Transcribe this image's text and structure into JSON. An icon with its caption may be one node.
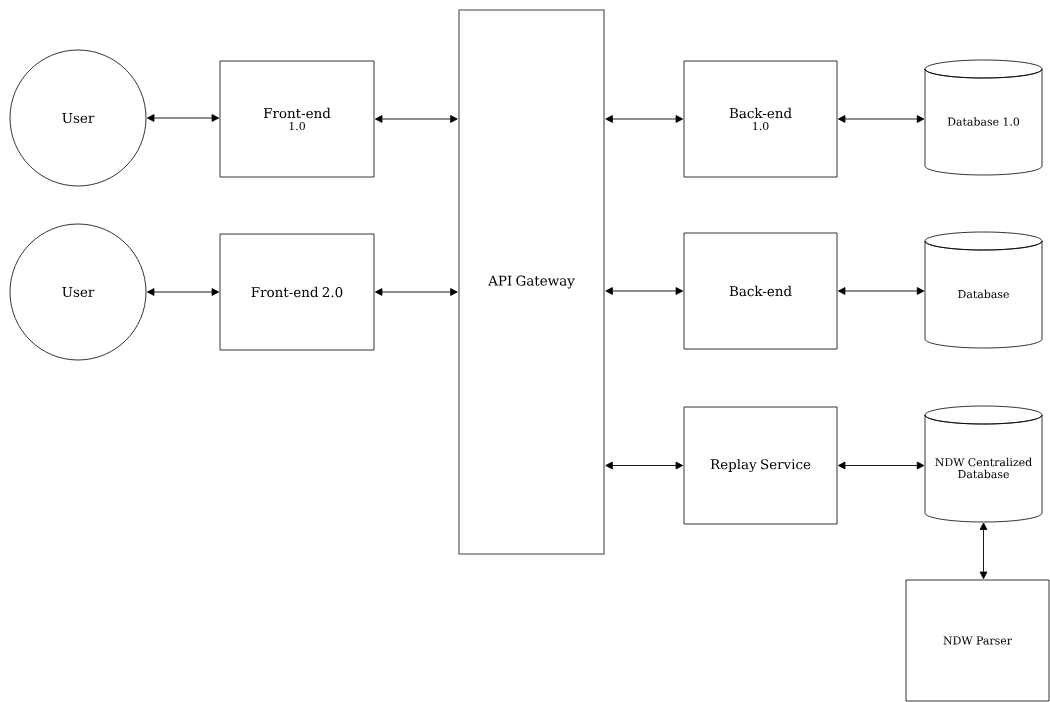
{
  "diagram": {
    "nodes": [
      {
        "text": [
          "User"
        ]
      },
      {
        "text": [
          "Front-end",
          "1.0"
        ]
      },
      {
        "text": [
          "API Gateway"
        ]
      },
      {
        "text": [
          "Back-end",
          "1.0"
        ]
      },
      {
        "text": [
          "Database 1.0"
        ]
      },
      {
        "text": [
          "User"
        ]
      },
      {
        "text": [
          "Front-end 2.0"
        ]
      },
      {
        "text": [
          "Back-end"
        ]
      },
      {
        "text": [
          "Database"
        ]
      },
      {
        "text": [
          "Replay Service"
        ]
      },
      {
        "text": [
          "NDW Centralized Database"
        ]
      },
      {
        "text": [
          "NDW Parser"
        ]
      }
    ],
    "edges": [
      {
        "from": 0,
        "to": 1,
        "arrow": "both"
      },
      {
        "from": 1,
        "to": 2,
        "arrow": "both"
      },
      {
        "from": 2,
        "to": 3,
        "arrow": "both"
      },
      {
        "from": 3,
        "to": 4,
        "arrow": "both"
      },
      {
        "from": 5,
        "to": 6,
        "arrow": "both"
      },
      {
        "from": 6,
        "to": 2,
        "arrow": "both"
      },
      {
        "from": 2,
        "to": 7,
        "arrow": "both"
      },
      {
        "from": 7,
        "to": 8,
        "arrow": "both"
      },
      {
        "from": 2,
        "to": 9,
        "arrow": "both"
      },
      {
        "from": 9,
        "to": 10,
        "arrow": "both"
      },
      {
        "from": 10,
        "to": 11,
        "arrow": "both"
      }
    ]
  }
}
